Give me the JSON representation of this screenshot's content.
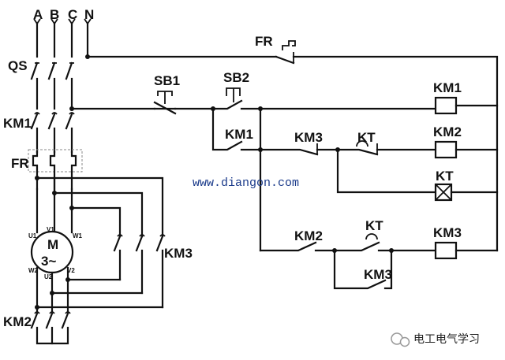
{
  "phases": [
    "A",
    "B",
    "C",
    "N"
  ],
  "power_labels": {
    "qs": "QS",
    "km1": "KM1",
    "fr": "FR",
    "km2": "KM2",
    "km3": "KM3"
  },
  "motor": {
    "letter": "M",
    "phase_mark": "3~",
    "terminals": [
      "U1",
      "V1",
      "W1",
      "W2",
      "U2",
      "V2"
    ]
  },
  "control_labels": {
    "fr": "FR",
    "sb1": "SB1",
    "sb2": "SB2",
    "km1_hold": "KM1",
    "km3_contact": "KM3",
    "kt_contact1": "KT",
    "km2_contact": "KM2",
    "kt_contact2": "KT",
    "km3_hold": "KM3"
  },
  "coils": [
    "KM1",
    "KM2",
    "KT",
    "KM3"
  ],
  "watermark": "www.diangon.com",
  "brand": "电工电气学习"
}
